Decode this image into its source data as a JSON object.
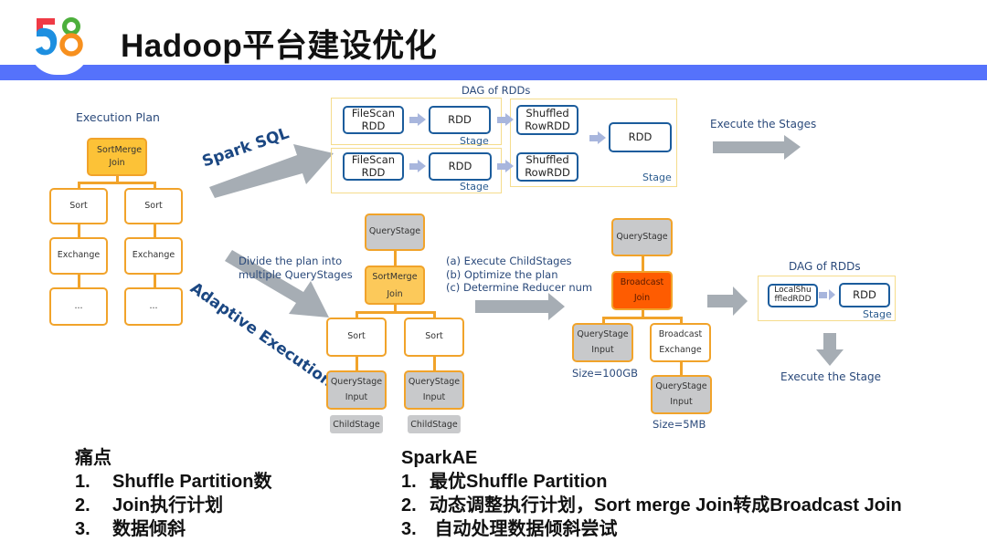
{
  "header": {
    "logo": "58",
    "title": "Hadoop平台建设优化",
    "accent_color": "#5572fb"
  },
  "execution_plan": {
    "title": "Execution Plan",
    "root": "SortMerge Join",
    "left": [
      "Sort",
      "Exchange",
      "..."
    ],
    "right": [
      "Sort",
      "Exchange",
      "..."
    ]
  },
  "spark_sql": {
    "label": "Spark SQL",
    "dag_title": "DAG of RDDs",
    "stage1": {
      "a": "FileScan RDD",
      "b": "RDD",
      "stage": "Stage"
    },
    "stage2": {
      "a": "FileScan RDD",
      "b": "RDD",
      "stage": "Stage"
    },
    "stage3": {
      "a": "Shuffled RowRDD",
      "b": "Shuffled RowRDD",
      "c": "RDD",
      "stage": "Stage"
    },
    "execute_label": "Execute the Stages"
  },
  "adaptive": {
    "label": "Adaptive Execution",
    "divide_text_1": "Divide the plan into",
    "divide_text_2": "multiple QueryStages",
    "plan1": {
      "top": "QueryStage",
      "join": "SortMerge Join",
      "sort_left": "Sort",
      "sort_right": "Sort",
      "input_left": "QueryStage Input",
      "input_right": "QueryStage Input",
      "child_left": "ChildStage",
      "child_right": "ChildStage"
    },
    "steps": [
      "(a) Execute ChildStages",
      "(b) Optimize the plan",
      "(c) Determine Reducer num"
    ],
    "plan2": {
      "top": "QueryStage",
      "join": "Broadcast Join",
      "input_left": "QueryStage Input",
      "exchange": "Broadcast Exchange",
      "input_right": "QueryStage Input",
      "size_left": "Size=100GB",
      "size_right": "Size=5MB"
    },
    "dag_title": "DAG of RDDs",
    "dag": {
      "a": "LocalShu ffledRDD",
      "b": "RDD",
      "stage": "Stage"
    },
    "execute_label": "Execute the Stage"
  },
  "pain_points": {
    "title": "痛点",
    "items": [
      {
        "num": "1.",
        "text": "Shuffle Partition数"
      },
      {
        "num": "2.",
        "text": "Join执行计划"
      },
      {
        "num": "3.",
        "text": "数据倾斜"
      }
    ]
  },
  "spark_ae": {
    "title": "SparkAE",
    "items": [
      {
        "num": "1.",
        "text": "最优Shuffle Partition"
      },
      {
        "num": "2.",
        "text": "动态调整执行计划，Sort merge Join转成Broadcast Join"
      },
      {
        "num": "3.",
        "text": " 自动处理数据倾斜尝试"
      }
    ]
  }
}
